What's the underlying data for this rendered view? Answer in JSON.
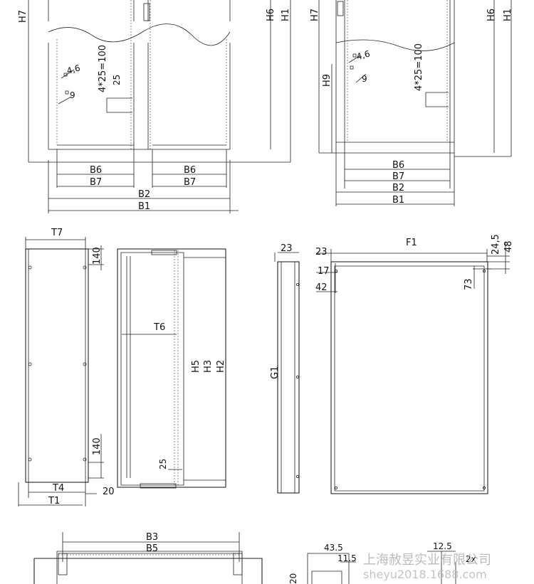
{
  "labels": {
    "H7": "H7",
    "H6": "H6",
    "H1": "H1",
    "H9": "H9",
    "hole_46": "4,6",
    "hole_9": "9",
    "pitch": "4*25=100",
    "d25": "25",
    "B6": "B6",
    "B7": "B7",
    "B2": "B2",
    "B1": "B1",
    "T7": "T7",
    "d140": "140",
    "T4": "T4",
    "T1": "T1",
    "d20": "20",
    "T6": "T6",
    "H5": "H5",
    "H3": "H3",
    "H2": "H2",
    "d23": "23",
    "d17": "17",
    "d42": "42",
    "G1": "G1",
    "F1": "F1",
    "d245": "24,5",
    "d48": "48",
    "d73": "73",
    "B3": "B3",
    "B5": "B5",
    "d435": "43.5",
    "d115": "11.5",
    "d125": "12.5",
    "d2x": "2x",
    "d20v": "20"
  },
  "watermark": {
    "company": "上海赦昱实业有限公司",
    "site": "sheyu2018.1688.com"
  }
}
